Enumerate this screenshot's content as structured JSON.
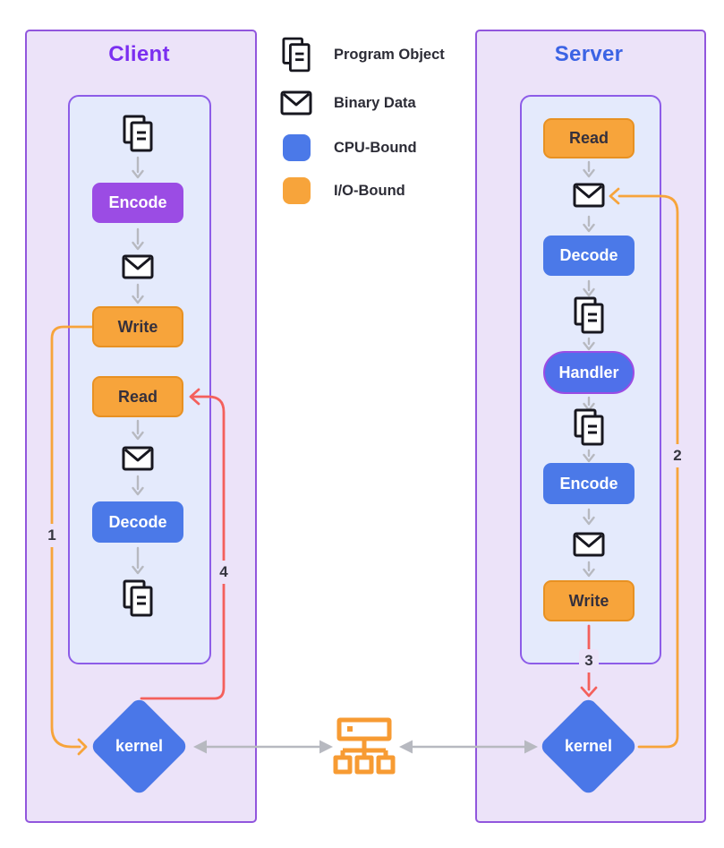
{
  "client": {
    "title": "Client",
    "steps": {
      "encode": "Encode",
      "write": "Write",
      "read": "Read",
      "decode": "Decode"
    },
    "kernel": "kernel",
    "edge_labels": {
      "write_to_kernel": "1",
      "kernel_to_read": "4"
    }
  },
  "server": {
    "title": "Server",
    "steps": {
      "read": "Read",
      "decode": "Decode",
      "handler": "Handler",
      "encode": "Encode",
      "write": "Write"
    },
    "kernel": "kernel",
    "edge_labels": {
      "kernel_to_read": "2",
      "write_to_kernel": "3"
    }
  },
  "legend": {
    "items": [
      {
        "label": "Program Object",
        "icon": "program-object-icon"
      },
      {
        "label": "Binary Data",
        "icon": "binary-data-icon"
      },
      {
        "label": "CPU-Bound",
        "icon": "cpu-bound-swatch",
        "color": "#4b79e8"
      },
      {
        "label": "I/O-Bound",
        "icon": "io-bound-swatch",
        "color": "#f7a43b"
      }
    ]
  },
  "colors": {
    "cpu_bound_blue": "#4b79e8",
    "io_bound_orange": "#f7a43b",
    "encode_purple": "#9b4ce4",
    "kernel_blue": "#4a77e8",
    "client_title": "#7b2ff0",
    "server_title": "#3b63e4",
    "red_edge": "#f4605c",
    "orange_edge": "#f7a43b",
    "gray_edge": "#b7b9c0",
    "panel_border": "#9156dd",
    "panel_fill": "#ece3f9",
    "inner_fill": "#e4eafc"
  }
}
